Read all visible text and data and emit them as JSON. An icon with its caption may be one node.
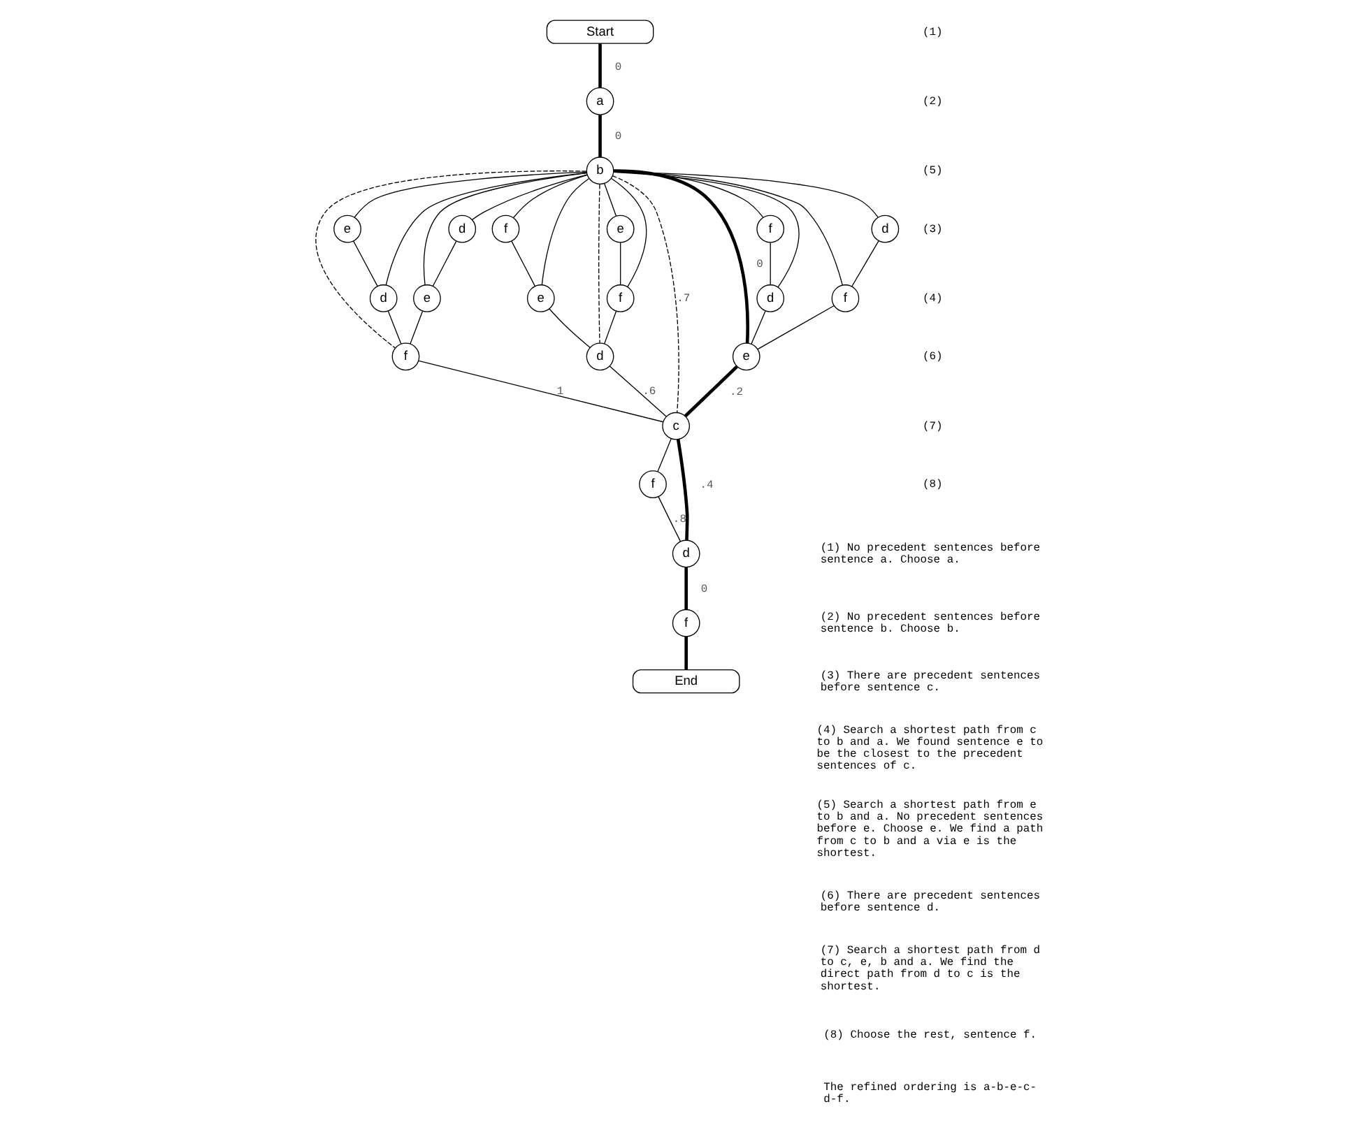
{
  "diagram": {
    "nodes": [
      {
        "text": [
          "Start"
        ]
      },
      {
        "text": [
          "a"
        ]
      },
      {
        "text": [
          "b"
        ]
      },
      {
        "text": [
          "f"
        ]
      },
      {
        "text": [
          "e"
        ]
      },
      {
        "text": [
          "f"
        ]
      },
      {
        "text": [
          "d"
        ]
      },
      {
        "text": [
          "e"
        ]
      },
      {
        "text": [
          "d"
        ]
      },
      {
        "text": [
          "e"
        ]
      },
      {
        "text": [
          "f"
        ]
      },
      {
        "text": [
          "d"
        ]
      },
      {
        "text": [
          "f"
        ]
      },
      {
        "text": [
          "d"
        ]
      },
      {
        "text": [
          "e"
        ]
      },
      {
        "text": [
          "d"
        ]
      },
      {
        "text": [
          "e"
        ]
      },
      {
        "text": [
          "f"
        ]
      },
      {
        "text": [
          "c"
        ]
      },
      {
        "text": [
          "f"
        ]
      },
      {
        "text": [
          "d"
        ]
      },
      {
        "text": [
          "f"
        ]
      },
      {
        "text": [
          "End"
        ]
      }
    ],
    "edges": [
      {
        "from": 0,
        "to": 1,
        "arrow": "none",
        "style": "thick",
        "label": "0"
      },
      {
        "from": 1,
        "to": 2,
        "arrow": "none",
        "style": "thick",
        "label": "0"
      },
      {
        "from": 2,
        "to": 3,
        "arrow": "none"
      },
      {
        "from": 2,
        "to": 9,
        "arrow": "none"
      },
      {
        "from": 2,
        "to": 15,
        "arrow": "none",
        "style": "dashed"
      },
      {
        "from": 2,
        "to": 10,
        "arrow": "none"
      },
      {
        "from": 2,
        "to": 4,
        "arrow": "none"
      },
      {
        "from": 3,
        "to": 9,
        "arrow": "none"
      },
      {
        "from": 4,
        "to": 10,
        "arrow": "none"
      },
      {
        "from": 9,
        "to": 15,
        "arrow": "none"
      },
      {
        "from": 10,
        "to": 15,
        "arrow": "none"
      },
      {
        "from": 2,
        "to": 5,
        "arrow": "none"
      },
      {
        "from": 2,
        "to": 11,
        "arrow": "none"
      },
      {
        "from": 2,
        "to": 16,
        "arrow": "none",
        "style": "thick",
        "label": "0"
      },
      {
        "from": 2,
        "to": 12,
        "arrow": "none"
      },
      {
        "from": 2,
        "to": 6,
        "arrow": "none"
      },
      {
        "from": 5,
        "to": 11,
        "arrow": "none"
      },
      {
        "from": 6,
        "to": 12,
        "arrow": "none"
      },
      {
        "from": 11,
        "to": 16,
        "arrow": "none"
      },
      {
        "from": 12,
        "to": 16,
        "arrow": "none"
      },
      {
        "from": 2,
        "to": 18,
        "arrow": "none",
        "style": "dashed",
        "label": ".7"
      },
      {
        "from": 2,
        "to": 7,
        "arrow": "none"
      },
      {
        "from": 2,
        "to": 13,
        "arrow": "none"
      },
      {
        "from": 2,
        "to": 17,
        "arrow": "none",
        "style": "dashed"
      },
      {
        "from": 2,
        "to": 14,
        "arrow": "none"
      },
      {
        "from": 2,
        "to": 8,
        "arrow": "none"
      },
      {
        "from": 7,
        "to": 13,
        "arrow": "none"
      },
      {
        "from": 8,
        "to": 14,
        "arrow": "none"
      },
      {
        "from": 13,
        "to": 17,
        "arrow": "none"
      },
      {
        "from": 14,
        "to": 17,
        "arrow": "none"
      },
      {
        "from": 15,
        "to": 18,
        "arrow": "none",
        "label": ".6"
      },
      {
        "from": 16,
        "to": 18,
        "arrow": "none",
        "style": "thick",
        "label": ".2"
      },
      {
        "from": 17,
        "to": 18,
        "arrow": "none",
        "label": "1"
      },
      {
        "from": 18,
        "to": 19,
        "arrow": "none"
      },
      {
        "from": 19,
        "to": 20,
        "arrow": "none",
        "label": ".8"
      },
      {
        "from": 18,
        "to": 20,
        "arrow": "none",
        "style": "thick",
        "label": ".4"
      },
      {
        "from": 20,
        "to": 21,
        "arrow": "none",
        "style": "thick",
        "label": "0"
      },
      {
        "from": 21,
        "to": 22,
        "arrow": "none",
        "style": "thick"
      }
    ],
    "labels": [
      "(1)",
      "(2)",
      "(5)",
      "(3)",
      "(4)",
      "(6)",
      "(7)",
      "(8)",
      "(1) No precedent sentences before sentence a. Choose a.",
      "(2) No precedent sentences before sentence b. Choose b.",
      "(3) There are precedent sentences before sentence c.",
      "(4) Search a shortest path from c to b and a. We found sentence e to be the closest to the precedent sentences of c.",
      "(5) Search a shortest path from e to b and a. No precedent sentences before e. Choose e. We find a path from c to b and a via e is the shortest.",
      "(6) There are precedent sentences before sentence d.",
      "(7) Search a shortest path from d to c, e, b and a. We find the direct path from d to c is the shortest.",
      "(8) Choose the rest, sentence f.",
      "The refined ordering is a-b-e-c-d-f."
    ]
  }
}
